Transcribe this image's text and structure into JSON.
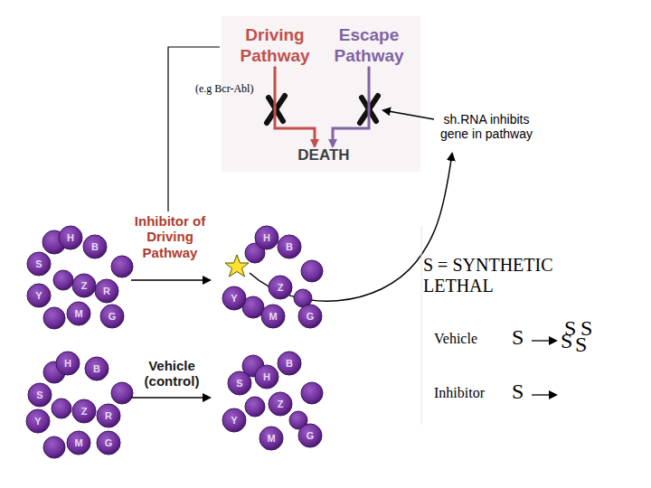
{
  "diagram": {
    "nodes": [
      {
        "text": [
          "Driving Pathway"
        ]
      },
      {
        "text": [
          "Escape Pathway"
        ]
      },
      {
        "text": [
          "DEATH"
        ]
      },
      {
        "text": [
          "H"
        ]
      },
      {
        "text": [
          "B"
        ]
      },
      {
        "text": [
          "S"
        ]
      },
      {
        "text": [
          "Z"
        ]
      },
      {
        "text": [
          "R"
        ]
      },
      {
        "text": [
          "Y"
        ]
      },
      {
        "text": [
          "M"
        ]
      },
      {
        "text": [
          "G"
        ]
      },
      {
        "text": [
          "H"
        ]
      },
      {
        "text": [
          "B"
        ]
      },
      {
        "text": [
          "Y"
        ]
      },
      {
        "text": [
          "Z"
        ]
      },
      {
        "text": [
          "M"
        ]
      },
      {
        "text": [
          "G"
        ]
      },
      {
        "text": [
          "H"
        ]
      },
      {
        "text": [
          "B"
        ]
      },
      {
        "text": [
          "S"
        ]
      },
      {
        "text": [
          "Z"
        ]
      },
      {
        "text": [
          "R"
        ]
      },
      {
        "text": [
          "Y"
        ]
      },
      {
        "text": [
          "M"
        ]
      },
      {
        "text": [
          "G"
        ]
      },
      {
        "text": [
          "B"
        ]
      },
      {
        "text": [
          "H"
        ]
      },
      {
        "text": [
          "S"
        ]
      },
      {
        "text": [
          "Z"
        ]
      },
      {
        "text": [
          "Y"
        ]
      },
      {
        "text": [
          "M"
        ]
      },
      {
        "text": [
          "G"
        ]
      }
    ],
    "edges": [
      {
        "from": 0,
        "to": 2,
        "arrow": "to"
      },
      {
        "from": 1,
        "to": 2,
        "arrow": "to"
      }
    ],
    "labels": [
      "(e.g Bcr-Abl)",
      "sh.RNA inhibits gene in pathway",
      "Inhibitor of Driving Pathway",
      "Vehicle (control)",
      "S = SYNTHETIC LETHAL",
      "Vehicle",
      "S",
      "S",
      "S",
      "S",
      "S",
      "Inhibitor",
      "S"
    ]
  }
}
